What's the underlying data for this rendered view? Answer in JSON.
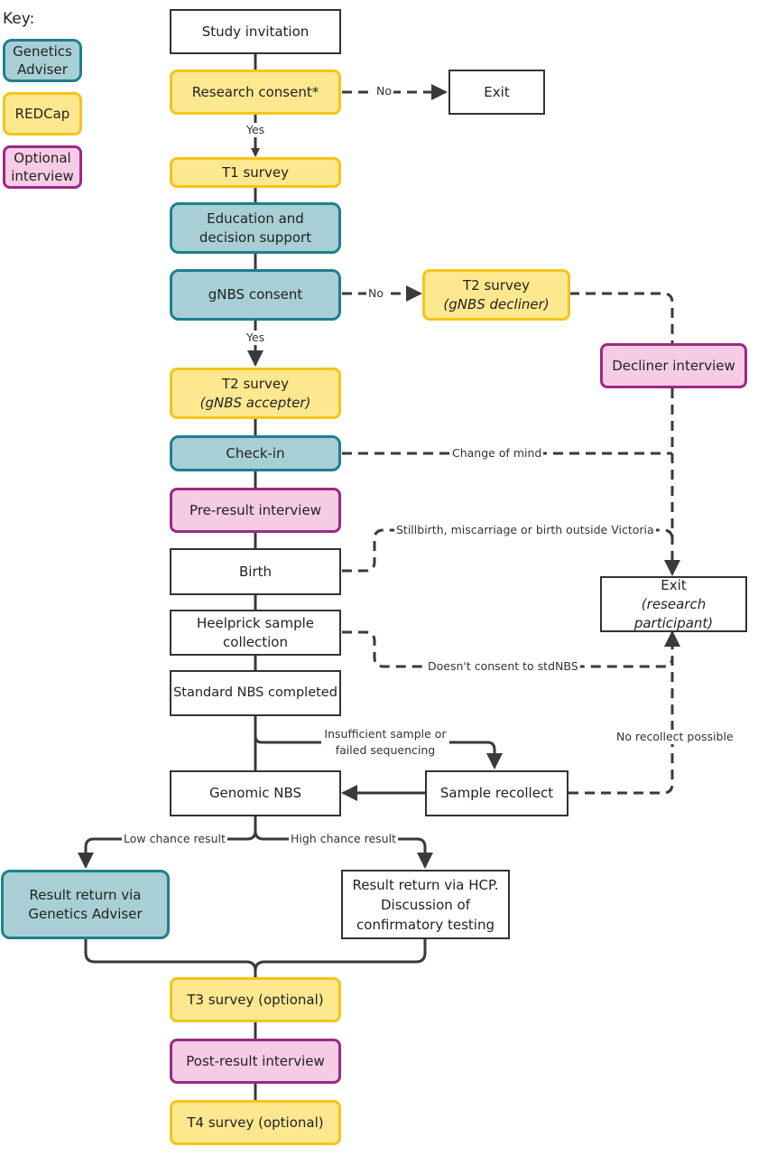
{
  "key": {
    "title": "Key:",
    "items": [
      {
        "label": "Genetics Adviser",
        "color": "#a8cfd5"
      },
      {
        "label": "REDCap",
        "color": "#fde88f"
      },
      {
        "label": "Optional interview",
        "color": "#f6cbe6"
      }
    ]
  },
  "nodes": {
    "study_invitation": "Study invitation",
    "research_consent": "Research consent*",
    "exit_1": "Exit",
    "t1_survey": "T1 survey",
    "education": "Education and decision support",
    "gnbs_consent": "gNBS consent",
    "t2_decliner_title": "T2 survey",
    "t2_decliner_sub": "(gNBS decliner)",
    "decliner_interview": "Decliner interview",
    "t2_accepter_title": "T2 survey",
    "t2_accepter_sub": "(gNBS accepter)",
    "check_in": "Check-in",
    "pre_result_interview": "Pre-result interview",
    "birth": "Birth",
    "heelprick": "Heelprick sample collection",
    "exit_2_title": "Exit",
    "exit_2_sub": "(research participant)",
    "standard_nbs": "Standard NBS completed",
    "genomic_nbs": "Genomic NBS",
    "sample_recollect": "Sample recollect",
    "result_ga": "Result return via Genetics Adviser",
    "result_hcp": "Result return via HCP. Discussion of confirmatory testing",
    "t3_survey": "T3 survey (optional)",
    "post_result_interview": "Post-result interview",
    "t4_survey": "T4 survey (optional)"
  },
  "edge_labels": {
    "no_1": "No",
    "yes_1": "Yes",
    "no_2": "No",
    "yes_2": "Yes",
    "change_of_mind": "Change of mind",
    "stillbirth": "Stillbirth, miscarriage or birth outside Victoria",
    "no_std_consent": "Doesn't consent to stdNBS",
    "insufficient": "Insufficient sample or failed sequencing",
    "no_recollect": "No recollect possible",
    "low_chance": "Low chance result",
    "high_chance": "High chance result"
  },
  "colors": {
    "line": "#3a3a3a",
    "yellow_fill": "#fde88f",
    "yellow_border": "#f5c518",
    "teal_fill": "#a8cfd5",
    "teal_border": "#1e7f8f",
    "pink_fill": "#f6cbe6",
    "pink_border": "#9b2a84"
  }
}
